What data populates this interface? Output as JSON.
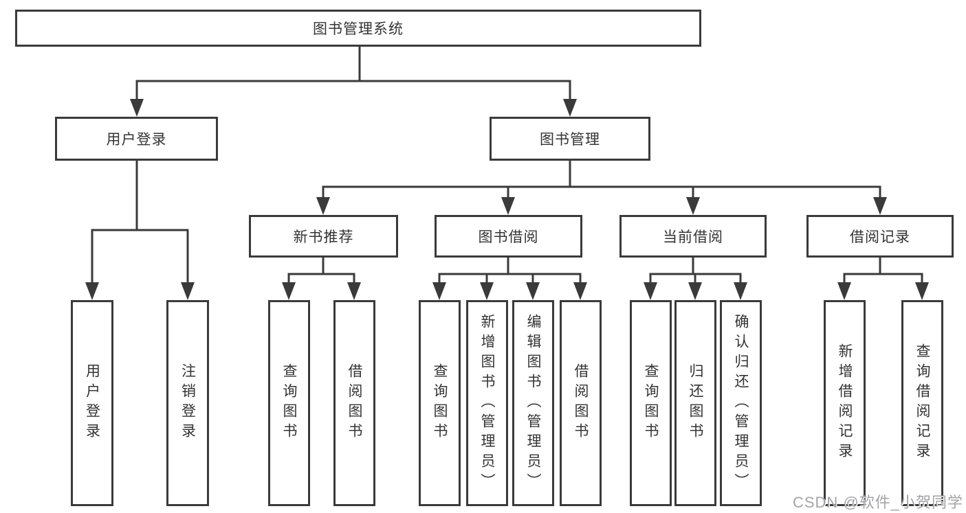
{
  "tree": {
    "root": "图书管理系统",
    "level2": [
      {
        "label": "用户登录",
        "children": [
          "用户登录",
          "注销登录"
        ]
      },
      {
        "label": "图书管理",
        "children": [
          {
            "label": "新书推荐",
            "children": [
              "查询图书",
              "借阅图书"
            ]
          },
          {
            "label": "图书借阅",
            "children": [
              "查询图书",
              "新增图书（管理员）",
              "编辑图书（管理员）",
              "借阅图书"
            ]
          },
          {
            "label": "当前借阅",
            "children": [
              "查询图书",
              "归还图书",
              "确认归还（管理员）"
            ]
          },
          {
            "label": "借阅记录",
            "children": [
              "新增借阅记录",
              "查询借阅记录"
            ]
          }
        ]
      }
    ]
  },
  "watermark": "CSDN @软件_小贺同学",
  "colors": {
    "line": "#3a3a3a",
    "text": "#333333",
    "background": "#ffffff",
    "watermark": "#a3a3a6"
  }
}
